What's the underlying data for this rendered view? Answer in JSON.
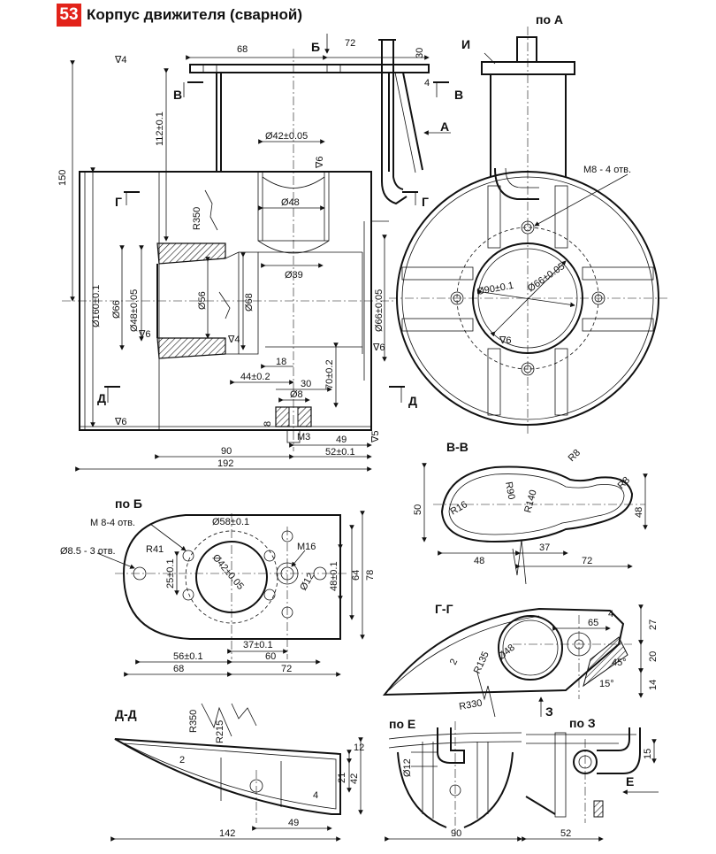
{
  "header": {
    "badge": "53",
    "title": "Корпус движителя (сварной)"
  },
  "views": {
    "main": {
      "labels": {
        "section_b": "Б",
        "section_v_left": "В",
        "section_v_right": "В",
        "arrow_a": "А",
        "section_g_left": "Г",
        "section_g_right": "Г",
        "section_d_left": "Д",
        "section_d_right": "Д"
      },
      "dims": {
        "d68": "68",
        "d72": "72",
        "d30": "30",
        "d4": "4",
        "weld4": "∇4",
        "d150": "150",
        "d112": "112±0.1",
        "d42": "Ø42±0.05",
        "weld6a": "∇6",
        "r350": "R350",
        "d48": "Ø48",
        "d39": "Ø39",
        "d160": "Ø160±0.1",
        "d66a": "Ø66",
        "d48b": "Ø48±0.05",
        "d56": "Ø56",
        "d68b": "Ø68",
        "d66b": "Ø66±0.05",
        "weld6b": "∇6",
        "weld4b": "∇4",
        "weld6c": "∇6",
        "d18": "18",
        "d44": "44±0.2",
        "d70": "70±0.2",
        "d30b": "30",
        "d8": "Ø8",
        "d8b": "8",
        "m3": "M3",
        "weld5": "∇5",
        "weld6d": "∇6",
        "d49": "49",
        "d52": "52±0.1",
        "d90": "90",
        "d192": "192"
      }
    },
    "view_a": {
      "title": "по А",
      "label_i": "И",
      "dims": {
        "m8": "M8 - 4 отв.",
        "d90": "Ø90±0.1",
        "d66": "Ø66±0.05",
        "weld6": "∇6"
      }
    },
    "view_b": {
      "title": "по Б",
      "dims": {
        "m8": "M 8-4 отв.",
        "d58": "Ø58±0.1",
        "d85": "Ø8.5 - 3 отв.",
        "r41": "R41",
        "d42": "Ø42±0.05",
        "m16": "M16",
        "d12": "Ø12",
        "d25": "25±0.1",
        "d48": "48±0.1",
        "d64": "64",
        "d78": "78",
        "d37": "37±0.1",
        "d56": "56±0.1",
        "d60": "60",
        "d68": "68",
        "d72": "72"
      }
    },
    "section_vv": {
      "title": "В-В",
      "dims": {
        "r8a": "R8",
        "r8b": "R8",
        "r16": "R16",
        "r90": "R90",
        "r140": "R140",
        "d50": "50",
        "d48a": "48",
        "d48b": "48",
        "d37": "37",
        "d72": "72"
      }
    },
    "section_gg": {
      "title": "Г-Г",
      "dims": {
        "d4": "4",
        "d65": "65",
        "d27": "27",
        "d48": "Ø48",
        "r135": "R135",
        "d2": "2",
        "d20": "20",
        "a45": "45°",
        "a15": "15°",
        "d14": "14",
        "r330": "R330",
        "arrow_z": "З"
      }
    },
    "section_dd": {
      "title": "Д-Д",
      "dims": {
        "r350": "R350",
        "r215": "R215",
        "d2": "2",
        "d12": "12",
        "d21": "21",
        "d42": "42",
        "d4": "4",
        "d142": "142",
        "d49": "49"
      }
    },
    "view_e": {
      "title": "по Е",
      "dims": {
        "d12": "Ø12",
        "d90": "90"
      }
    },
    "view_z": {
      "title": "по З",
      "dims": {
        "d15": "15",
        "arrow_e": "Е",
        "d52": "52"
      }
    }
  }
}
